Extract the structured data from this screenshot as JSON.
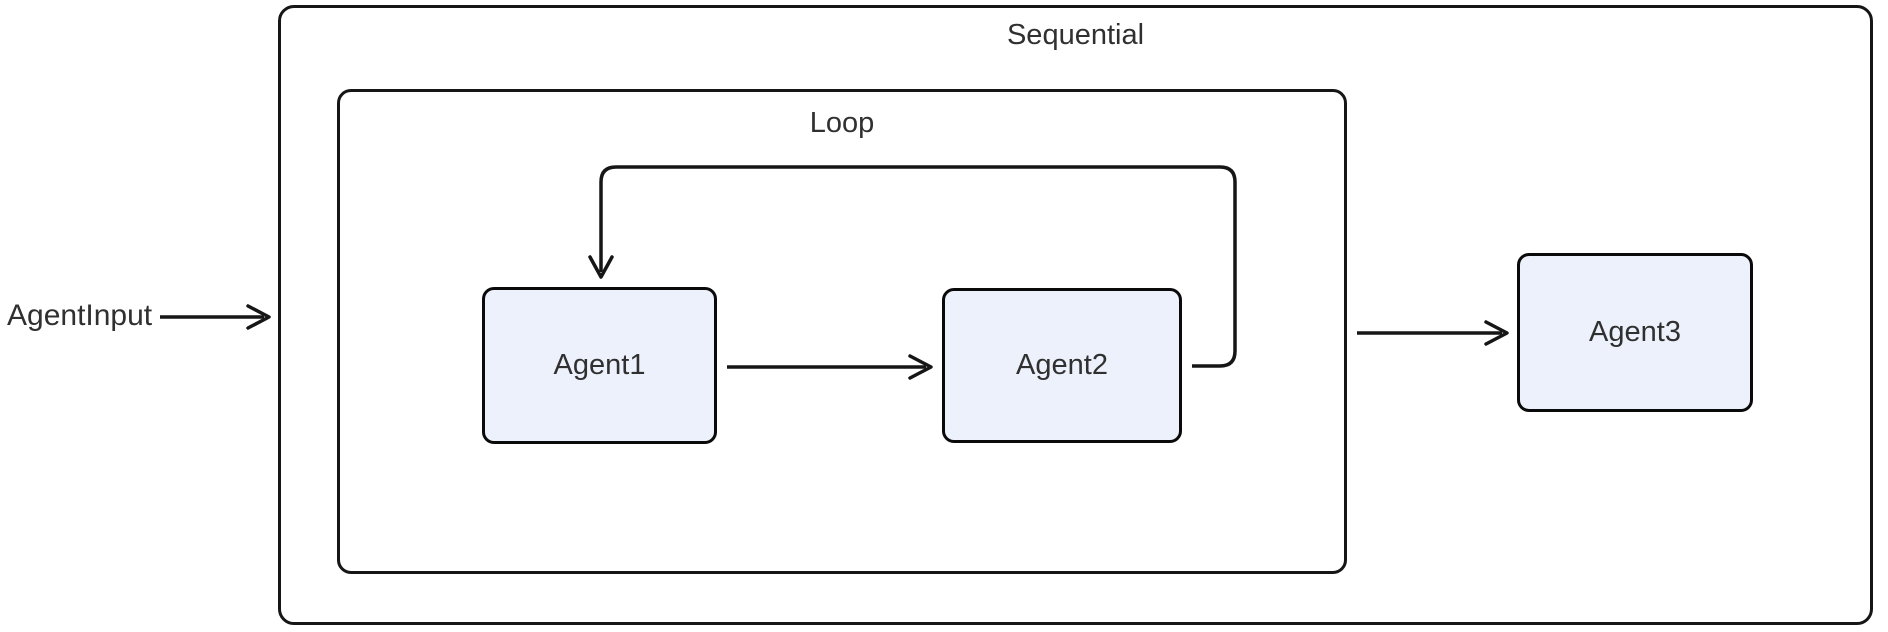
{
  "diagram": {
    "type": "flowchart",
    "input_label": "AgentInput",
    "containers": {
      "sequential": {
        "label": "Sequential"
      },
      "loop": {
        "label": "Loop"
      }
    },
    "nodes": {
      "agent1": {
        "label": "Agent1"
      },
      "agent2": {
        "label": "Agent2"
      },
      "agent3": {
        "label": "Agent3"
      }
    },
    "edges": [
      {
        "from": "AgentInput",
        "to": "Sequential",
        "style": "arrow"
      },
      {
        "from": "Agent1",
        "to": "Agent2",
        "style": "arrow"
      },
      {
        "from": "Agent2",
        "to": "Agent1",
        "style": "loop-back-arrow"
      },
      {
        "from": "Loop",
        "to": "Agent3",
        "style": "arrow"
      }
    ],
    "colors": {
      "background": "#ffffff",
      "line": "#161616",
      "node_fill": "#edf1fb",
      "node_border": "#0a0a0a",
      "text": "#303030"
    }
  }
}
